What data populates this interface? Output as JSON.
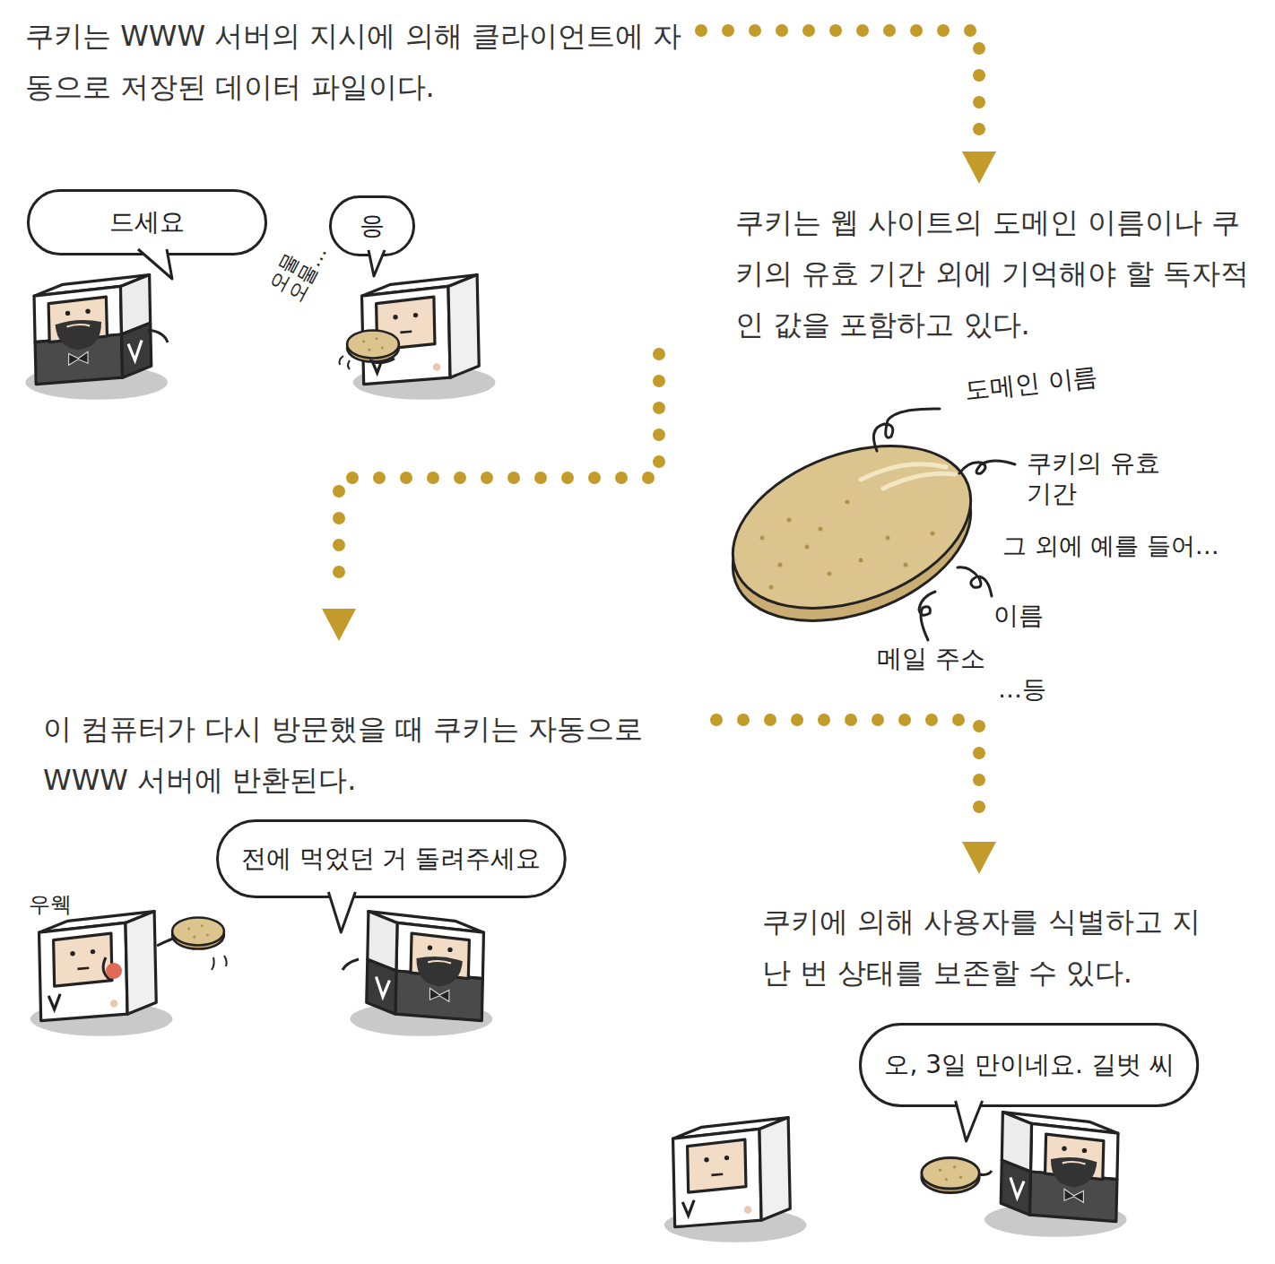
{
  "diagram": {
    "nodes": [
      {
        "text": [
          "쿠키는 WWW 서버의 지시에 의해 클라이언트에 자동으로 저장된 데이터 파일이다."
        ]
      },
      {
        "text": [
          "드세요"
        ]
      },
      {
        "text": [
          "응"
        ]
      },
      {
        "text": [
          "쿠키는 웹 사이트의 도메인 이름이나 쿠키의 유효 기간 외에 기억해야 할 독자적인 값을 포함하고 있다."
        ]
      },
      {
        "text": [
          "이 컴퓨터가 다시 방문했을 때 쿠키는 자동으로 WWW 서버에 반환된다."
        ]
      },
      {
        "text": [
          "전에 먹었던 거 돌려주세요"
        ]
      },
      {
        "text": [
          "쿠키에 의해 사용자를 식별하고 지난 번 상태를 보존할 수 있다."
        ]
      },
      {
        "text": [
          "오, 3일 만이네요. 길벗 씨"
        ]
      }
    ],
    "edges": [
      {
        "from": 0,
        "to": 3,
        "arrow": "to"
      },
      {
        "from": 3,
        "to": 4,
        "arrow": "to"
      },
      {
        "from": 4,
        "to": 6,
        "arrow": "to"
      }
    ],
    "labels": [
      "오물 오물…",
      "도메인 이름",
      "쿠키의 유효 기간",
      "그 외에 예를 들어…",
      "이름",
      "메일 주소",
      "…등",
      "우웩"
    ]
  }
}
